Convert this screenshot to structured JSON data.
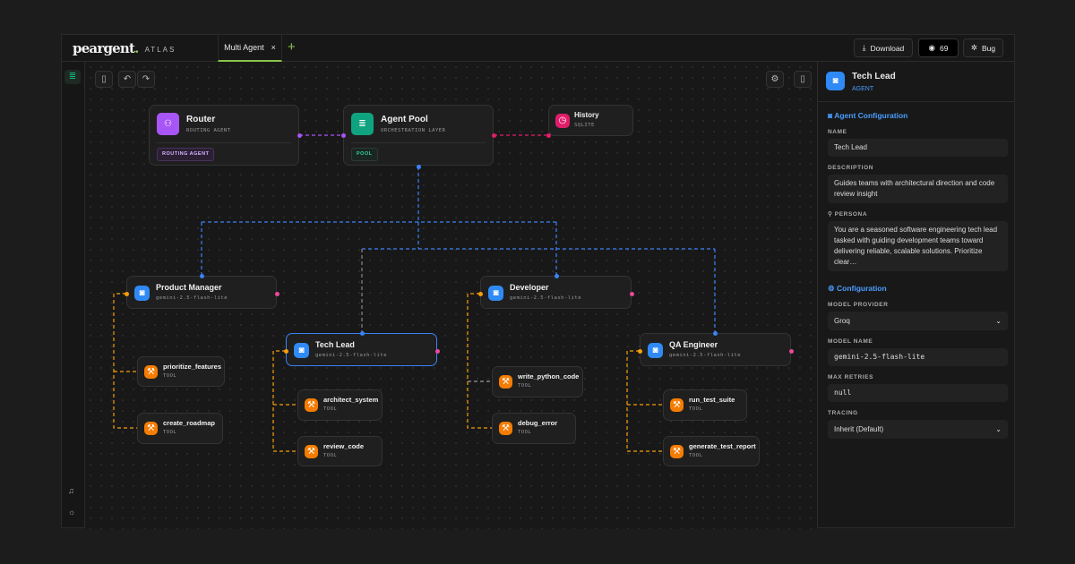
{
  "header": {
    "logo": "peargent",
    "logo_suffix": "ATLAS",
    "tab": "Multi Agent",
    "tab_close": "×",
    "add_tab": "+",
    "download": "Download",
    "stars": "69",
    "bug": "Bug"
  },
  "nodes": {
    "router": {
      "title": "Router",
      "subtitle": "ROUTING AGENT",
      "badge": "ROUTING AGENT",
      "color": "#a855f7"
    },
    "pool": {
      "title": "Agent Pool",
      "subtitle": "ORCHESTRATION LAYER",
      "badge": "POOL",
      "color": "#10a37f"
    },
    "history": {
      "title": "History",
      "subtitle": "SQLITE",
      "color": "#e11d6a"
    },
    "agents": [
      {
        "title": "Product Manager",
        "model": "gemini-2.5-flash-lite"
      },
      {
        "title": "Tech Lead",
        "model": "gemini-2.5-flash-lite"
      },
      {
        "title": "Developer",
        "model": "gemini-2.5-flash-lite"
      },
      {
        "title": "QA Engineer",
        "model": "gemini-2.5-flash-lite"
      }
    ],
    "tools": [
      {
        "title": "prioritize_features",
        "type": "TOOL"
      },
      {
        "title": "create_roadmap",
        "type": "TOOL"
      },
      {
        "title": "architect_system",
        "type": "TOOL"
      },
      {
        "title": "review_code",
        "type": "TOOL"
      },
      {
        "title": "write_python_code",
        "type": "TOOL"
      },
      {
        "title": "debug_error",
        "type": "TOOL"
      },
      {
        "title": "run_test_suite",
        "type": "TOOL"
      },
      {
        "title": "generate_test_report",
        "type": "TOOL"
      }
    ]
  },
  "panel": {
    "title": "Tech Lead",
    "type": "AGENT",
    "agent_section": "Agent Configuration",
    "name_label": "NAME",
    "name": "Tech Lead",
    "description_label": "DESCRIPTION",
    "description": "Guides teams with architectural direction and code review insight",
    "persona_label": "PERSONA",
    "persona": "You are a seasoned software engineering tech lead tasked with guiding development teams toward delivering reliable, scalable solutions. Prioritize clear…",
    "config_section": "Configuration",
    "provider_label": "MODEL PROVIDER",
    "provider": "Groq",
    "model_label": "MODEL NAME",
    "model": "gemini-2.5-flash-lite",
    "retries_label": "MAX RETRIES",
    "retries": "null",
    "tracing_label": "TRACING",
    "tracing": "Inherit (Default)"
  },
  "colors": {
    "accent": "#8bc34a",
    "agent": "#2f8af5",
    "tool": "#f57c00",
    "edge_blue": "#3b82f6",
    "edge_orange": "#f59e0b"
  }
}
